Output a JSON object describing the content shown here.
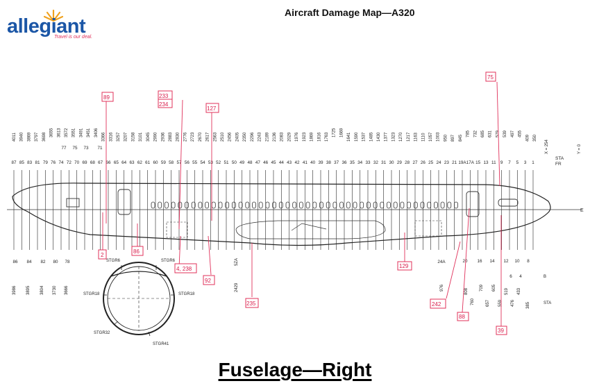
{
  "header": {
    "logo_text": "allegiant",
    "logo_tagline": "Travel is our deal.",
    "title": "Aircraft Damage Map—A320"
  },
  "footer": {
    "title": "Fuselage—Right"
  },
  "colors": {
    "brand_blue": "#1b56a6",
    "brand_orange": "#f0a21f",
    "callout_red": "#e0305a",
    "line": "#333333"
  },
  "labels": {
    "sta": "STA",
    "fr": "FR",
    "x_zero": "X = 254",
    "y_zero": "Y = 0",
    "e": "E",
    "b": "B"
  },
  "callouts": [
    {
      "id": "c89",
      "text": "89"
    },
    {
      "id": "c233",
      "text": "233"
    },
    {
      "id": "c234",
      "text": "234"
    },
    {
      "id": "c127",
      "text": "127"
    },
    {
      "id": "c75",
      "text": "75"
    },
    {
      "id": "c2",
      "text": "2"
    },
    {
      "id": "c86",
      "text": "86"
    },
    {
      "id": "c4238",
      "text": "4, 238"
    },
    {
      "id": "c92",
      "text": "92"
    },
    {
      "id": "c235",
      "text": "235"
    },
    {
      "id": "c129",
      "text": "129"
    },
    {
      "id": "c242",
      "text": "242"
    },
    {
      "id": "c88",
      "text": "88"
    },
    {
      "id": "c39",
      "text": "39"
    }
  ],
  "stringers": {
    "stgr6_left": "STGR6",
    "stgr6_right": "STGR6",
    "stgr18_left": "STGR18",
    "stgr18_right": "STGR18",
    "stgr32": "STGR32",
    "stgr41": "STGR41"
  },
  "frames_top": [
    "87",
    "85",
    "83",
    "81",
    "79",
    "76",
    "74",
    "72",
    "70",
    "69",
    "68",
    "67",
    "66",
    "65",
    "64",
    "63",
    "62",
    "61",
    "60",
    "59",
    "58",
    "57",
    "56",
    "55",
    "54",
    "53",
    "52",
    "51",
    "50",
    "49",
    "48",
    "47",
    "46",
    "45",
    "44",
    "43",
    "42",
    "41",
    "40",
    "39",
    "38",
    "37",
    "36",
    "35",
    "34",
    "33",
    "32",
    "31",
    "30",
    "29",
    "28",
    "27",
    "26",
    "25",
    "24",
    "23",
    "21",
    "19A",
    "17A",
    "15",
    "13",
    "11",
    "9",
    "7",
    "5",
    "3",
    "1"
  ],
  "frames_top_alt": [
    "77",
    "75",
    "73",
    "71"
  ],
  "frames_bottom": [
    "86",
    "84",
    "82",
    "80",
    "78"
  ],
  "frames_bottom_right": [
    "24A",
    "20",
    "16",
    "14",
    "12",
    "10",
    "8",
    "6",
    "4"
  ],
  "sta_top": [
    "4011",
    "3940",
    "3869",
    "3797",
    "3698",
    "3655",
    "3613",
    "3572",
    "3551",
    "3491",
    "3451",
    "3406",
    "3366",
    "3316",
    "3257",
    "3207",
    "3158",
    "3101",
    "3045",
    "2990",
    "2936",
    "2883",
    "2830",
    "2776",
    "2723",
    "2670",
    "2617",
    "2563",
    "2510",
    "2456",
    "2405",
    "2350",
    "2296",
    "2243",
    "2189",
    "2136",
    "2083",
    "2029",
    "1976",
    "1923",
    "1869",
    "1816",
    "1763",
    "1725",
    "1669",
    "1641",
    "1590",
    "1537",
    "1485",
    "1430",
    "1377",
    "1323",
    "1270",
    "1217",
    "1163",
    "1110",
    "1057",
    "1003",
    "950",
    "897",
    "845",
    "785",
    "732",
    "685",
    "631",
    "579",
    "539",
    "497",
    "455",
    "409",
    "350"
  ],
  "sta_bottom": [
    "3986",
    "3895",
    "3804",
    "3730",
    "3666"
  ],
  "sta_bottom_mid": [
    "5ZA",
    "2429"
  ],
  "sta_bottom_right": [
    "976",
    "808",
    "760",
    "709",
    "657",
    "605",
    "559",
    "519",
    "476",
    "433",
    "385"
  ],
  "side_labels": {
    "r1": "B",
    "r2": "STA"
  }
}
